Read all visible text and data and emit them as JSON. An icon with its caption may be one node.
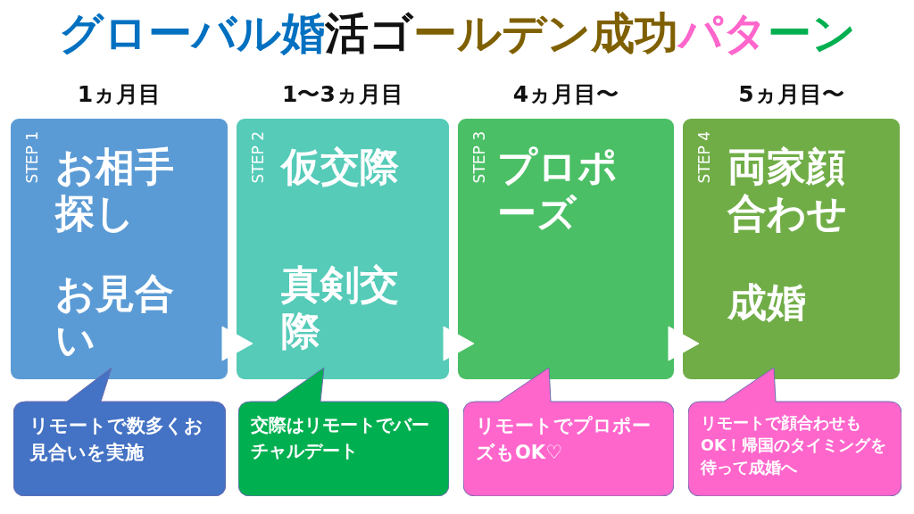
{
  "diagram": {
    "title": "グローバル婚活ゴールデン成功パターン",
    "nodes": [
      {
        "text": [
          "STEP 1",
          "お相手探し",
          "お見合い"
        ],
        "beside": [
          "1ヵ月目"
        ]
      },
      {
        "text": [
          "STEP 2",
          "仮交際",
          "真剣交際"
        ],
        "beside": [
          "1〜3ヵ月目"
        ]
      },
      {
        "text": [
          "STEP 3",
          "プロポーズ"
        ],
        "beside": [
          "4ヵ月目〜"
        ]
      },
      {
        "text": [
          "STEP 4",
          "両家顔合わせ",
          "成婚"
        ],
        "beside": [
          "5ヵ月目〜"
        ]
      },
      {
        "text": [
          "リモートで数多くお見合いを実施"
        ]
      },
      {
        "text": [
          "交際はリモートでバーチャルデート"
        ]
      },
      {
        "text": [
          "リモートでプロポーズもOK♡"
        ]
      },
      {
        "text": [
          "リモートで顔合わせもOK！帰国のタイミングを待って成婚へ"
        ]
      }
    ],
    "edges": [
      {
        "from": 0,
        "to": 1,
        "arrow": "to"
      },
      {
        "from": 1,
        "to": 2,
        "arrow": "to"
      },
      {
        "from": 2,
        "to": 3,
        "arrow": "to"
      }
    ]
  }
}
